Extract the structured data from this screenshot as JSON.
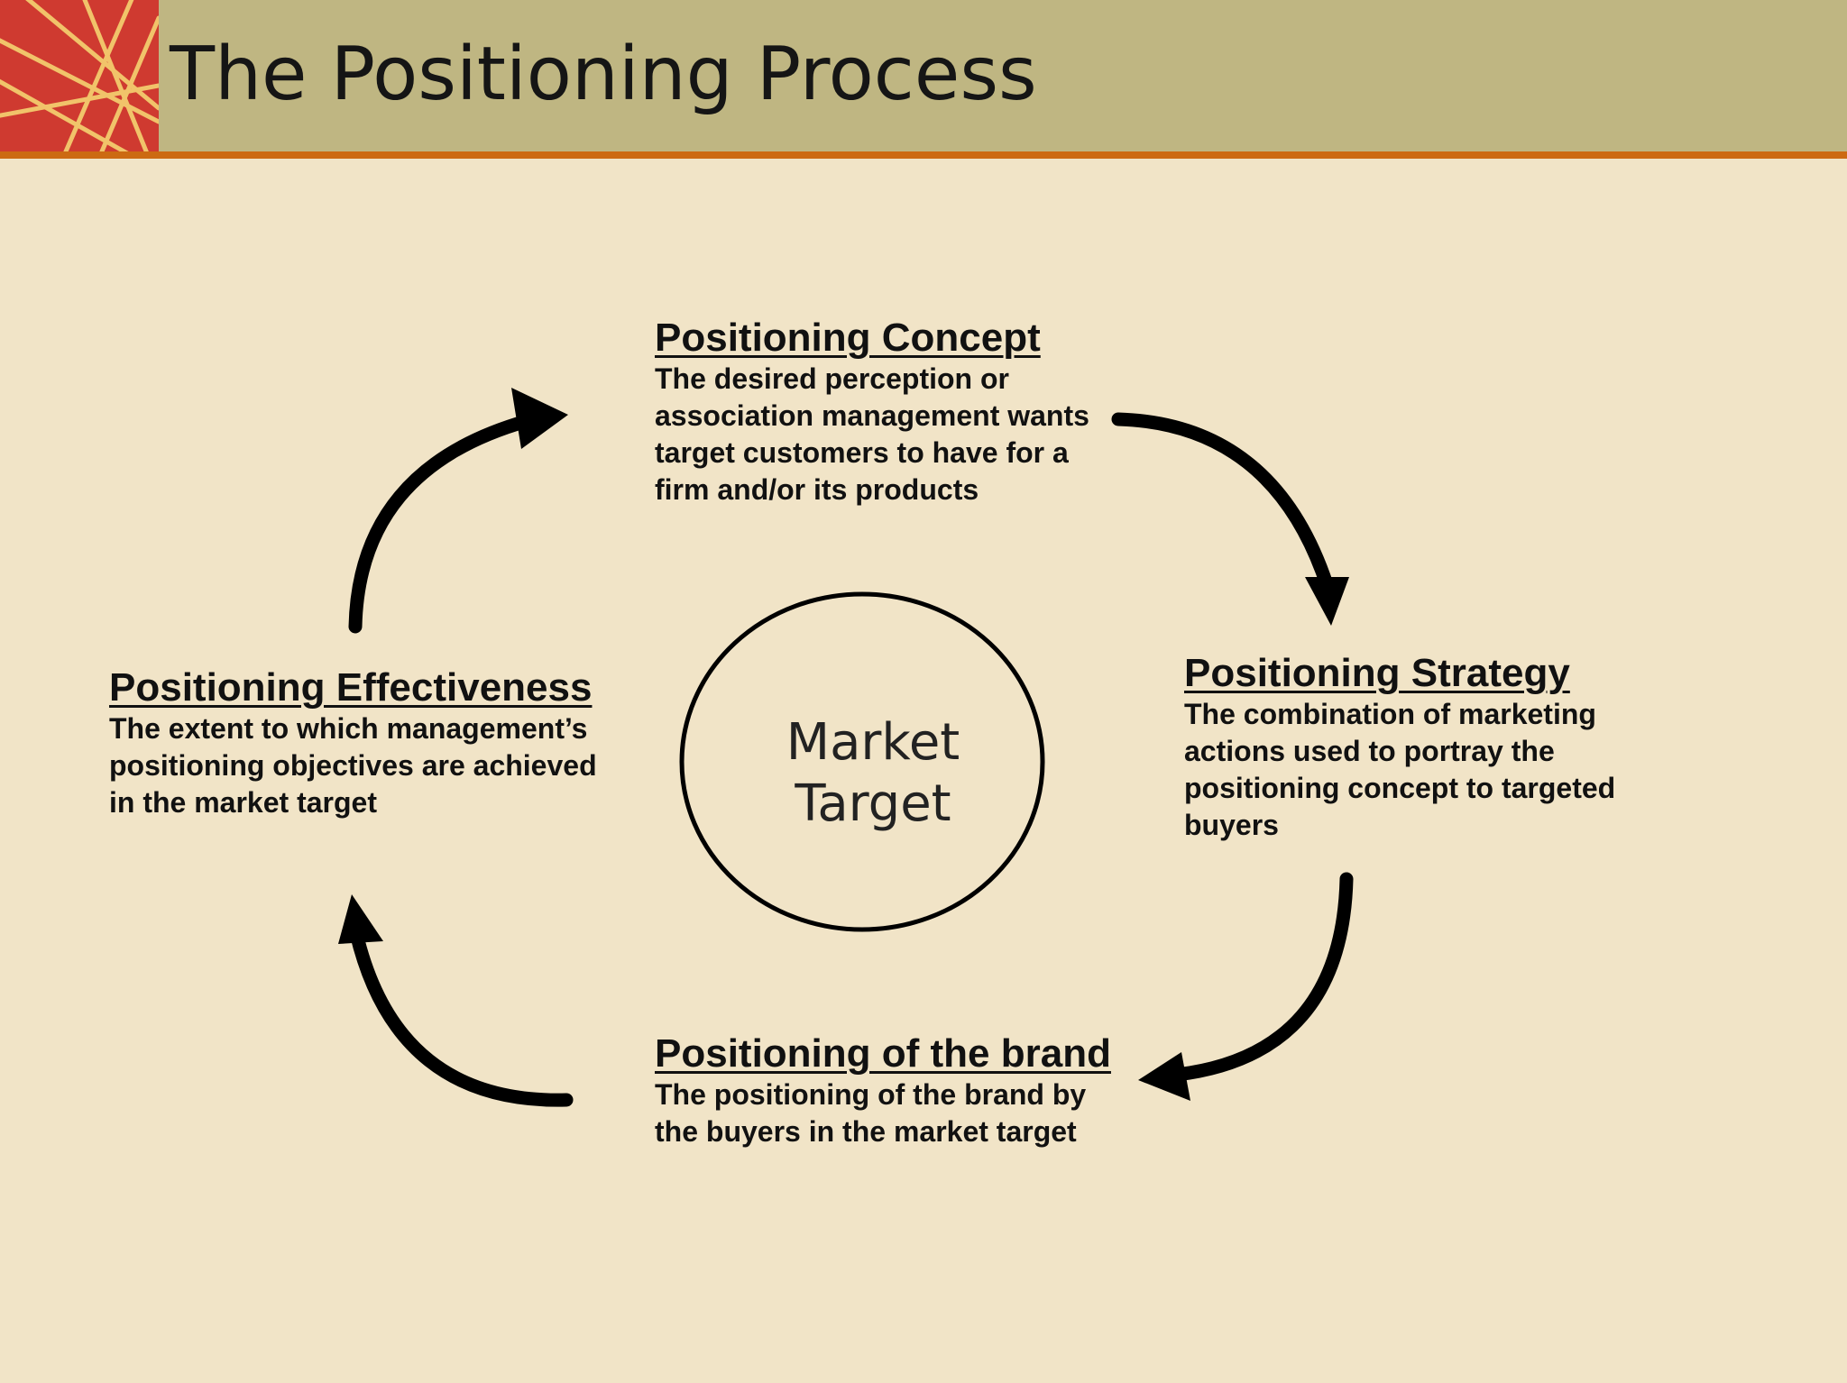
{
  "title": "The Positioning Process",
  "colors": {
    "background": "#f1e4c7",
    "header": "#bfb682",
    "header_rule": "#cc6a12",
    "logo_red": "#cf3a30",
    "logo_lines": "#f1c36a",
    "arrows": "#000000"
  },
  "center": {
    "label": "Market\nTarget"
  },
  "nodes": {
    "concept": {
      "heading": "Positioning Concept",
      "text": "The desired perception or\nassociation management wants\ntarget customers to have for a\nfirm and/or its products"
    },
    "strategy": {
      "heading": "Positioning Strategy",
      "text": "The combination of marketing\nactions used to portray the\npositioning concept to targeted\nbuyers"
    },
    "brand": {
      "heading": "Positioning of the brand",
      "text": "The positioning of the brand by\nthe buyers in the market target"
    },
    "effectiveness": {
      "heading": "Positioning Effectiveness",
      "text": "The extent to which management’s\npositioning objectives are achieved\nin the market target"
    }
  },
  "arrows": [
    {
      "from": "effectiveness",
      "to": "concept"
    },
    {
      "from": "concept",
      "to": "strategy"
    },
    {
      "from": "strategy",
      "to": "brand"
    },
    {
      "from": "brand",
      "to": "effectiveness"
    }
  ]
}
